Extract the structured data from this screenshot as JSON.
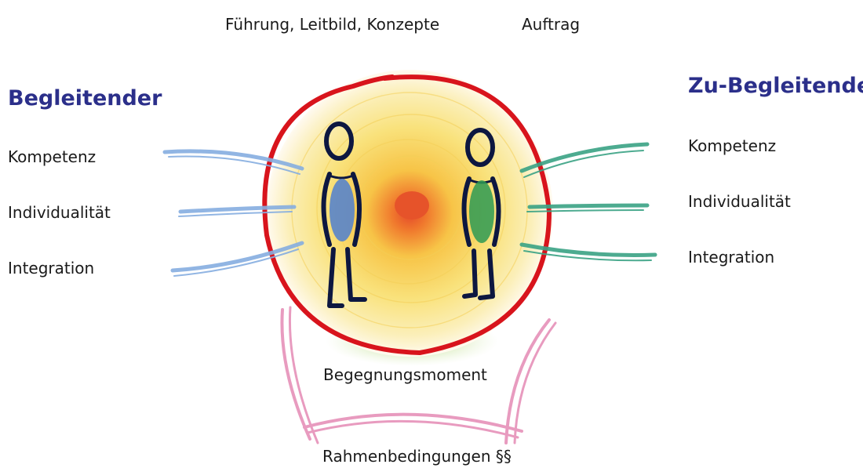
{
  "top_labels": {
    "left": "Führung, Leitbild, Konzepte",
    "right": "Auftrag"
  },
  "left_side": {
    "heading": "Begleitender",
    "items": [
      "Kompetenz",
      "Individualität",
      "Integration"
    ]
  },
  "right_side": {
    "heading": "Zu-Begleitender",
    "items": [
      "Kompetenz",
      "Individualität",
      "Integration"
    ]
  },
  "bottom_labels": {
    "encounter": "Begegnungsmoment",
    "framework": "Rahmenbedingungen §§"
  },
  "colors": {
    "heading": "#2b2f8a",
    "circle": "#d8141c",
    "left_person_body": "#4f7fd0",
    "right_person_body": "#2e9a54",
    "left_strokes": "#86aee0",
    "right_strokes": "#3aa385",
    "center": "#e85a28",
    "glow": "#f6d43a",
    "base_green": "#b6d97a",
    "frame_pink": "#e58ab5",
    "outline": "#0d1740"
  }
}
